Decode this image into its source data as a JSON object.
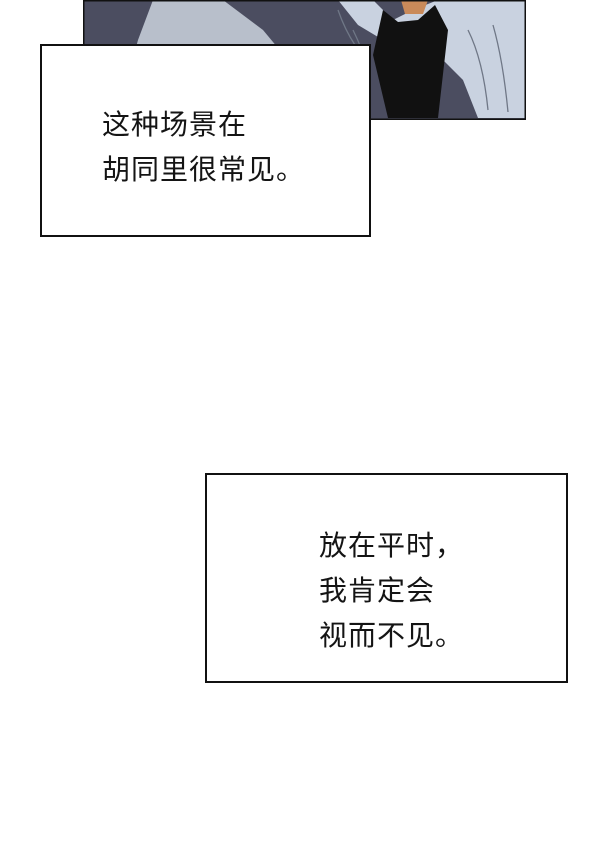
{
  "captions": [
    {
      "lines": [
        "这种场景在",
        "胡同里很常见。"
      ]
    },
    {
      "lines": [
        "放在平时，",
        "我肯定会",
        "视而不见。"
      ]
    }
  ],
  "colors": {
    "panel_dark": "#4a4c5e",
    "panel_light": "#b9c0cc",
    "shirt_blue": "#c8d2e0",
    "ink": "#111111",
    "page_background": "#ffffff"
  }
}
